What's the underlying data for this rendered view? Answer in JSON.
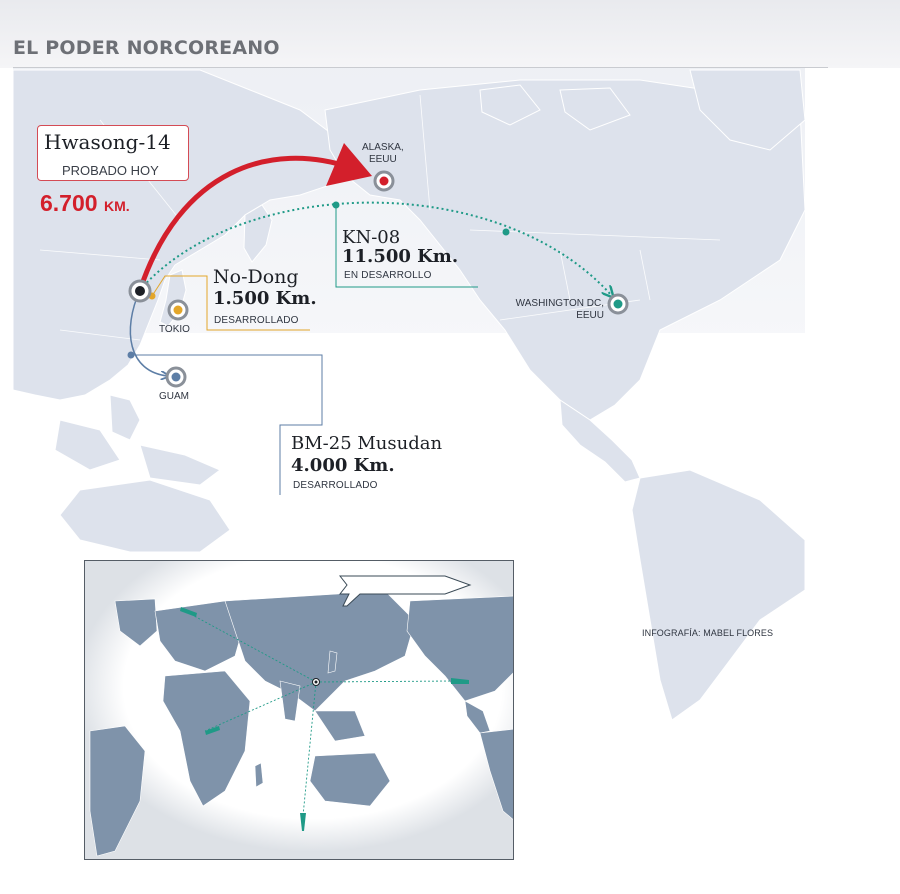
{
  "title": "EL PODER NORCOREANO",
  "colors": {
    "land": "#dfe4ee",
    "ocean": "#ffffff",
    "hwasong": "#d31f2b",
    "kn08": "#1f9a87",
    "nodong": "#e3a62a",
    "musudan": "#5d7ea6",
    "inset_land": "#7f93aa",
    "inset_missile": "#1f9a87"
  },
  "missiles": {
    "hwasong14": {
      "name": "Hwasong-14",
      "status": "PROBADO HOY",
      "range": "6.700",
      "unit": "KM."
    },
    "kn08": {
      "name": "KN-08",
      "range": "11.500 Km.",
      "status": "EN DESARROLLO"
    },
    "nodong": {
      "name": "No-Dong",
      "range": "1.500 Km.",
      "status": "DESARROLLADO"
    },
    "musudan": {
      "name": "BM-25 Musudan",
      "range": "4.000 Km.",
      "status": "DESARROLLADO"
    }
  },
  "targets": {
    "alaska": {
      "line1": "ALASKA,",
      "line2": "EEUU"
    },
    "washington": {
      "line1": "WASHINGTON DC,",
      "line2": "EEUU"
    },
    "tokio": "TOKIO",
    "guam": "GUAM"
  },
  "credit": "INFOGRAFÍA: MABEL FLORES"
}
